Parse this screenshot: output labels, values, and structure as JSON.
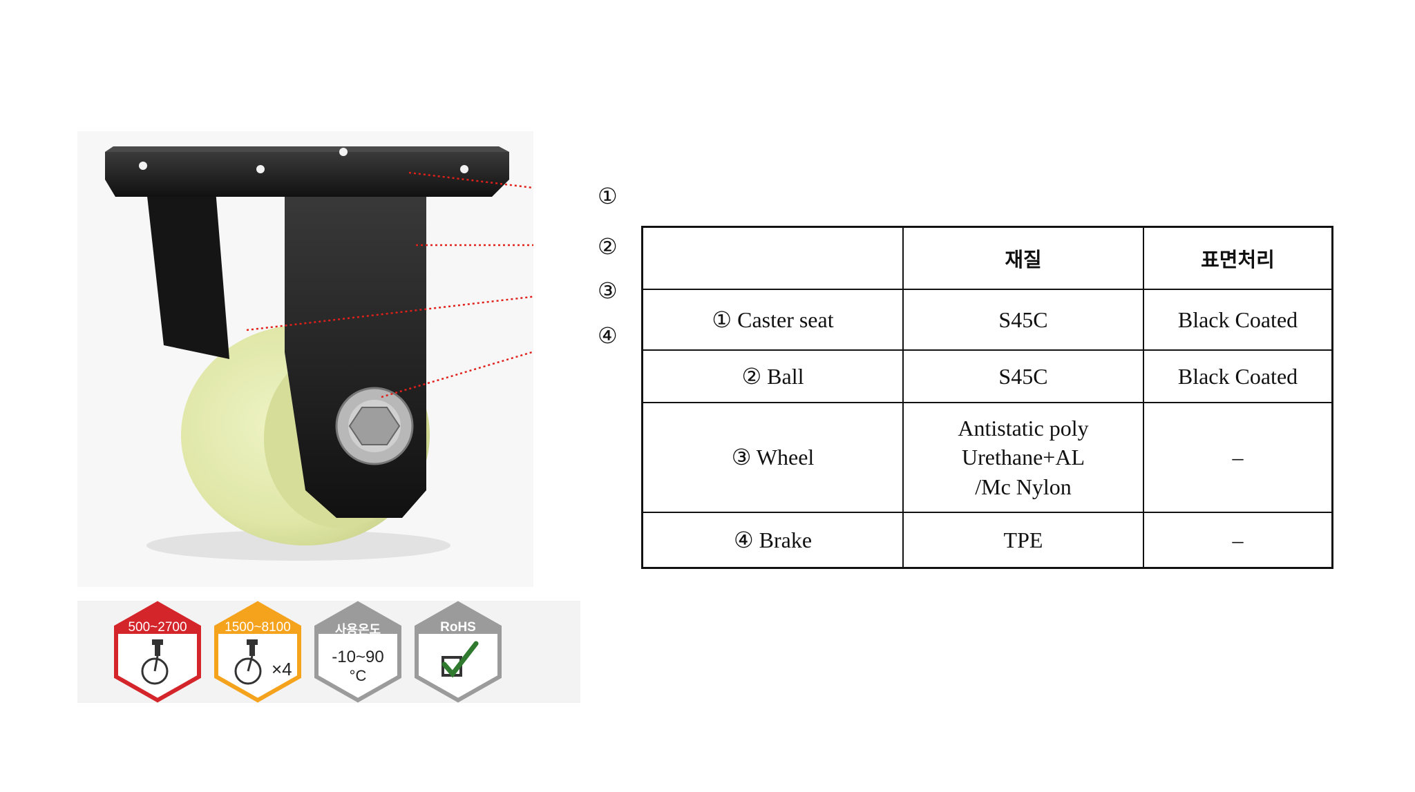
{
  "callouts": [
    "①",
    "②",
    "③",
    "④"
  ],
  "table": {
    "headers": [
      "",
      "재질",
      "표면처리"
    ],
    "rows": [
      [
        "① Caster seat",
        "S45C",
        "Black Coated"
      ],
      [
        "② Ball",
        "S45C",
        "Black Coated"
      ],
      [
        "③ Wheel",
        "Antistatic poly Urethane+AL /Mc Nylon",
        "–"
      ],
      [
        "④ Brake",
        "TPE",
        "–"
      ]
    ],
    "wheel_lines": [
      "Antistatic poly",
      "Urethane+AL",
      "/Mc Nylon"
    ]
  },
  "badges": [
    {
      "top_label": "500~2700",
      "color": "#d4252b",
      "icon": "caster-icon"
    },
    {
      "top_label": "1500~8100",
      "color": "#f5a21d",
      "icon": "caster-icon",
      "suffix": "×4"
    },
    {
      "top_label": "사용온도",
      "color": "#9b9b9b",
      "temp": "-10~90",
      "unit": "°C"
    },
    {
      "top_label": "RoHS",
      "color": "#9b9b9b",
      "icon": "check-icon"
    }
  ],
  "colors": {
    "wheel": "#dfe6a6",
    "frame": "#1c1c1c",
    "leader": "#e0201b"
  }
}
